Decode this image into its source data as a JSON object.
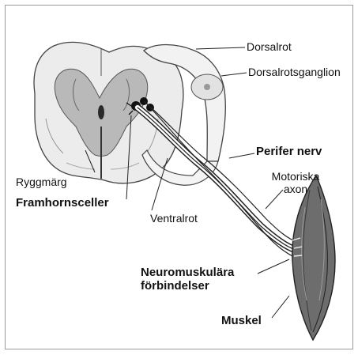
{
  "labels": {
    "dorsalrot": "Dorsalrot",
    "dorsalrotsganglion": "Dorsalrotsganglion",
    "perifer_nerv": "Perifer nerv",
    "motoriska": "Motoriska",
    "axon": "axon",
    "ryggmarg": "Ryggmärg",
    "framhornsceller": "Framhornsceller",
    "ventralrot": "Ventralrot",
    "neuromuskulara_line1": "Neuromuskulära",
    "neuromuskulara_line2": "förbindelser",
    "muskel": "Muskel"
  }
}
